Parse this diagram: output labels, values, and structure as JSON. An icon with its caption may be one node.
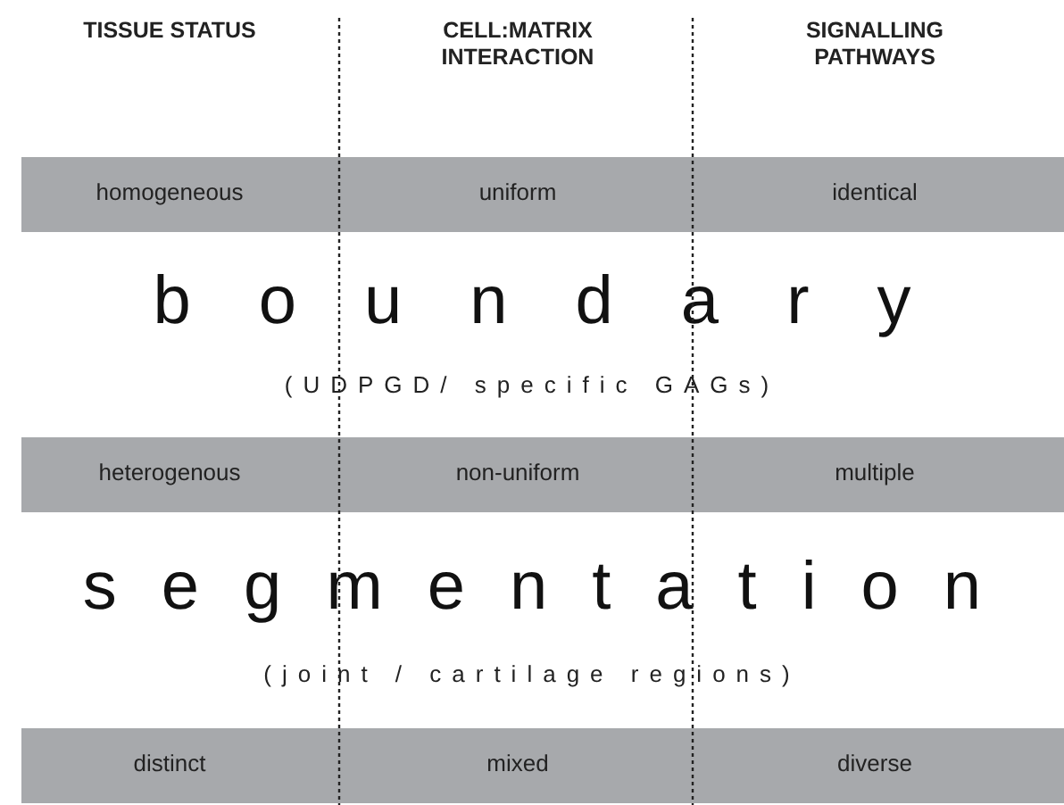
{
  "diagram": {
    "nodes": [
      {
        "text": [
          "homogeneous",
          "uniform",
          "identical"
        ]
      },
      {
        "text": [
          "heterogenous",
          "non-uniform",
          "multiple"
        ]
      },
      {
        "text": [
          "distinct",
          "mixed",
          "diverse"
        ]
      }
    ],
    "labels": [
      "TISSUE STATUS",
      "CELL:MATRIX INTERACTION",
      "SIGNALLING PATHWAYS",
      "boundary",
      "(UDPGD/ specific GAGs)",
      "segmentation",
      "(joint / cartilage regions)"
    ]
  }
}
